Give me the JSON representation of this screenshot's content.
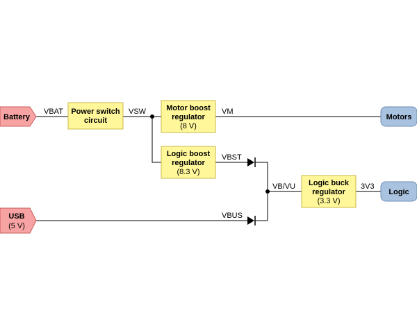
{
  "blocks": {
    "power_switch": {
      "line1": "Power switch",
      "line2": "circuit"
    },
    "motor_boost": {
      "line1": "Motor boost",
      "line2": "regulator",
      "value": "(8 V)"
    },
    "logic_boost": {
      "line1": "Logic boost",
      "line2": "regulator",
      "value": "(8.3 V)"
    },
    "logic_buck": {
      "line1": "Logic buck",
      "line2": "regulator",
      "value": "(3.3 V)"
    }
  },
  "sources": {
    "battery": {
      "label": "Battery"
    },
    "usb": {
      "label": "USB",
      "value": "(5 V)"
    }
  },
  "loads": {
    "motors": {
      "label": "Motors"
    },
    "logic": {
      "label": "Logic"
    }
  },
  "nets": {
    "vbat": "VBAT",
    "vsw": "VSW",
    "vm": "VM",
    "vbst": "VBST",
    "vbus": "VBUS",
    "vbvu": "VB/VU",
    "v3v3": "3V3"
  },
  "colors": {
    "block_fill": "#fff79a",
    "block_stroke": "#c9b84a",
    "source_fill": "#f8a3a3",
    "source_stroke": "#c95b5b",
    "load_fill": "#a9c2e0",
    "load_stroke": "#6c8cb4",
    "wire": "#000000"
  }
}
